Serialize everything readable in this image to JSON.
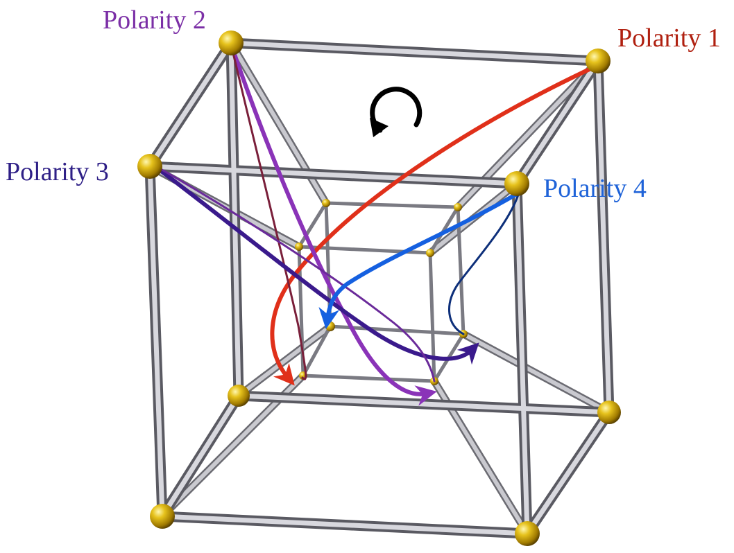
{
  "labels": {
    "polarity_1": "Polarity 1",
    "polarity_2": "Polarity 2",
    "polarity_3": "Polarity 3",
    "polarity_4": "Polarity 4"
  },
  "colors": {
    "polarity_1": "#e0301a",
    "polarity_2": "#7b2fa6",
    "polarity_3": "#3a1a8c",
    "polarity_4": "#1560e0",
    "polarity_1_label": "#b02010",
    "polarity_2_label": "#7b2fa6",
    "polarity_3_label": "#2e1f86",
    "polarity_4_label": "#1f63d8",
    "rod": "#a8a8ae",
    "rod_dark": "#4a4a50",
    "sphere": "#d6b416",
    "sphere_dark": "#7a5d00",
    "rotation_arrow": "#000000"
  },
  "icons": {
    "rotation": "clockwise-rotation-icon"
  }
}
